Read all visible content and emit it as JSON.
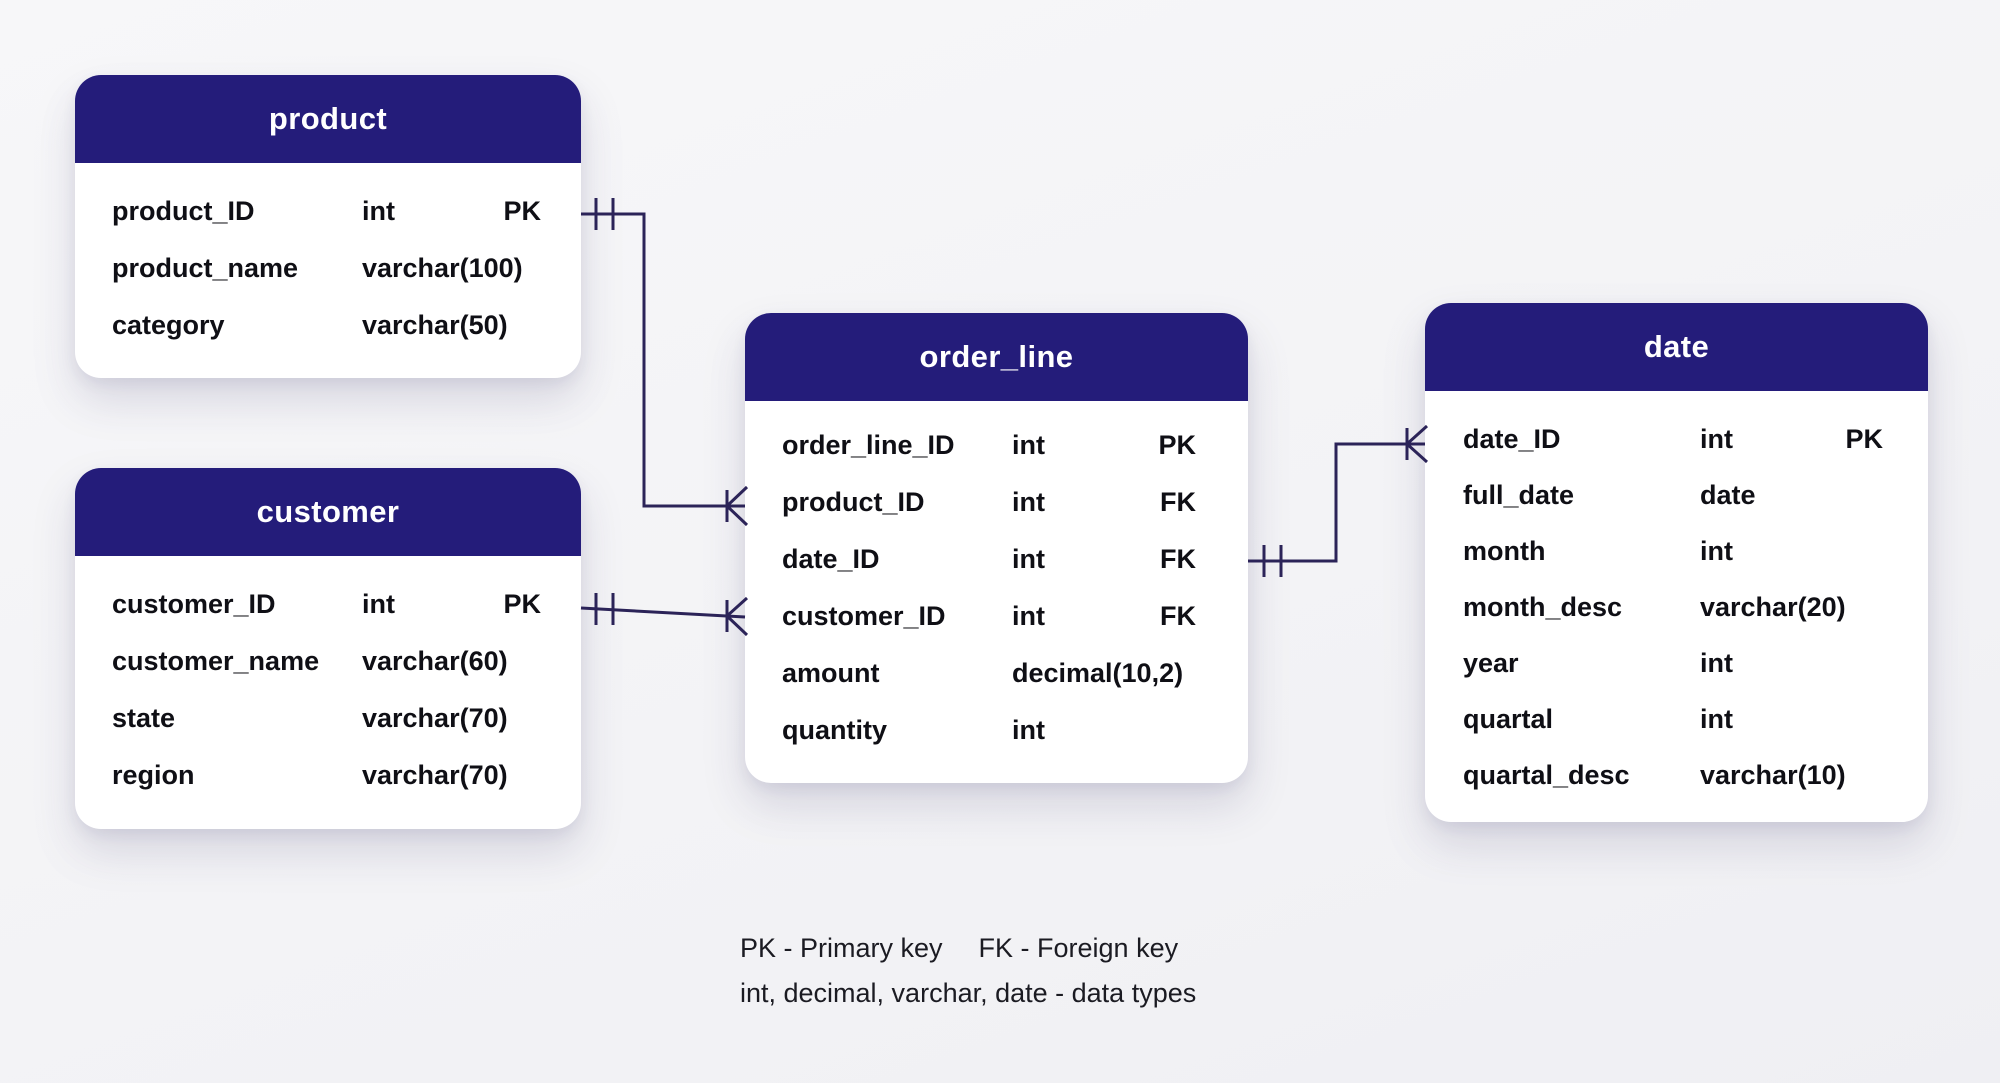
{
  "diagram": {
    "colors": {
      "header": "#241c7a",
      "connector": "#2b2358",
      "card": "#ffffff",
      "text": "#0f0f15",
      "background": "#f4f4f6"
    },
    "tables": {
      "product": {
        "title": "product",
        "columns": [
          {
            "name": "product_ID",
            "type": "int",
            "key": "PK"
          },
          {
            "name": "product_name",
            "type": "varchar(100)",
            "key": ""
          },
          {
            "name": "category",
            "type": "varchar(50)",
            "key": ""
          }
        ]
      },
      "customer": {
        "title": "customer",
        "columns": [
          {
            "name": "customer_ID",
            "type": "int",
            "key": "PK"
          },
          {
            "name": "customer_name",
            "type": "varchar(60)",
            "key": ""
          },
          {
            "name": "state",
            "type": "varchar(70)",
            "key": ""
          },
          {
            "name": "region",
            "type": "varchar(70)",
            "key": ""
          }
        ]
      },
      "order_line": {
        "title": "order_line",
        "columns": [
          {
            "name": "order_line_ID",
            "type": "int",
            "key": "PK"
          },
          {
            "name": "product_ID",
            "type": "int",
            "key": "FK"
          },
          {
            "name": "date_ID",
            "type": "int",
            "key": "FK"
          },
          {
            "name": "customer_ID",
            "type": "int",
            "key": "FK"
          },
          {
            "name": "amount",
            "type": "decimal(10,2)",
            "key": ""
          },
          {
            "name": "quantity",
            "type": "int",
            "key": ""
          }
        ]
      },
      "date": {
        "title": "date",
        "columns": [
          {
            "name": "date_ID",
            "type": "int",
            "key": "PK"
          },
          {
            "name": "full_date",
            "type": "date",
            "key": ""
          },
          {
            "name": "month",
            "type": "int",
            "key": ""
          },
          {
            "name": "month_desc",
            "type": "varchar(20)",
            "key": ""
          },
          {
            "name": "year",
            "type": "int",
            "key": ""
          },
          {
            "name": "quartal",
            "type": "int",
            "key": ""
          },
          {
            "name": "quartal_desc",
            "type": "varchar(10)",
            "key": ""
          }
        ]
      }
    },
    "relationships": [
      {
        "from_table": "product",
        "from_column": "product_ID",
        "to_table": "order_line",
        "to_column": "product_ID",
        "from_cardinality": "exactly-one",
        "to_cardinality": "one-or-many"
      },
      {
        "from_table": "customer",
        "from_column": "customer_ID",
        "to_table": "order_line",
        "to_column": "customer_ID",
        "from_cardinality": "exactly-one",
        "to_cardinality": "one-or-many"
      },
      {
        "from_table": "order_line",
        "from_column": "date_ID",
        "to_table": "date",
        "to_column": "date_ID",
        "from_cardinality": "exactly-one",
        "to_cardinality": "one-or-many"
      }
    ],
    "legend": {
      "pk": "PK - Primary key",
      "fk": "FK - Foreign key",
      "data_types": "int, decimal, varchar, date - data types"
    }
  }
}
